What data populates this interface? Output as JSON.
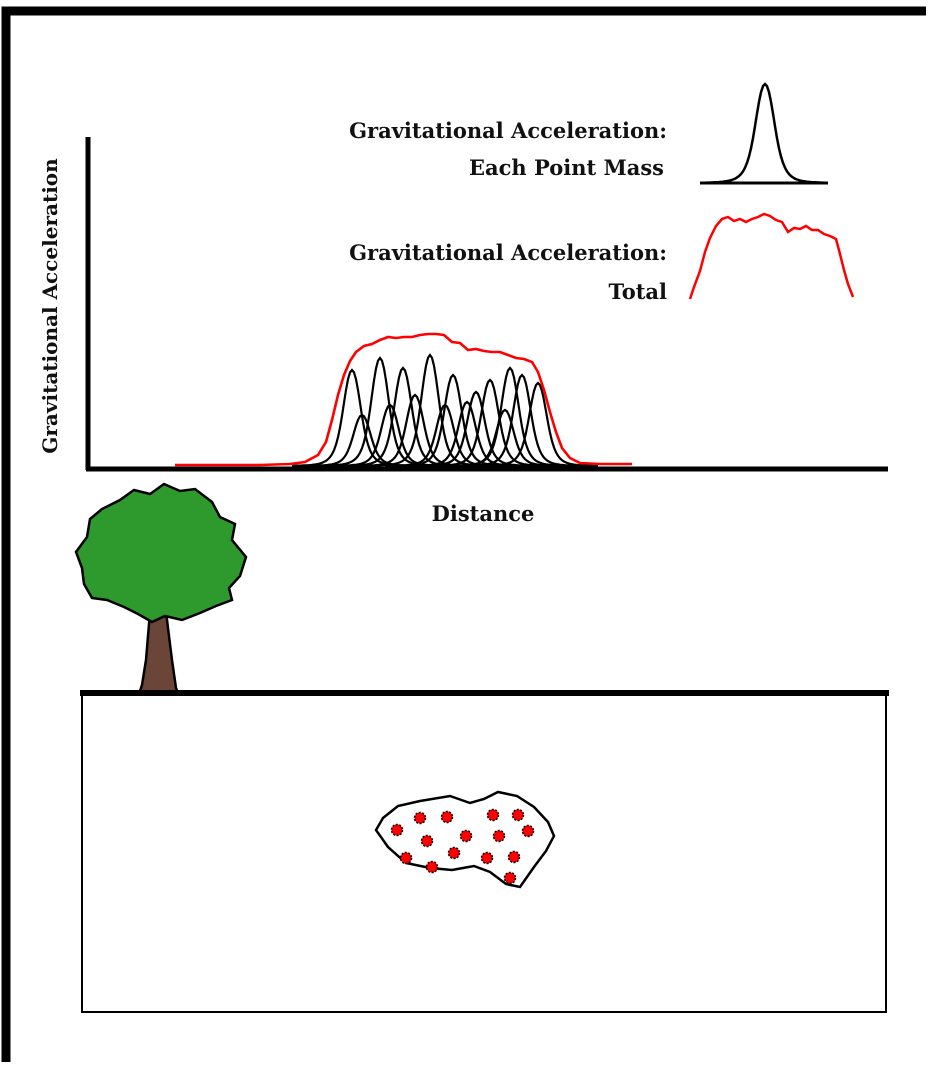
{
  "legend": {
    "each_line1": "Gravitational Acceleration:",
    "each_line2": "Each Point Mass",
    "total_line1": "Gravitational Acceleration:",
    "total_line2": "Total"
  },
  "axes": {
    "y_label": "Gravitational Acceleration",
    "x_label": "Distance"
  },
  "colors": {
    "frame": "#000000",
    "point_mass_curve": "#000000",
    "total_curve": "#ff0000",
    "tree_foliage": "#2e9a2e",
    "tree_trunk": "#6b4538",
    "mass_dot": "#ff0000"
  },
  "icons": [
    "tree-icon",
    "buried-mass-body"
  ]
}
